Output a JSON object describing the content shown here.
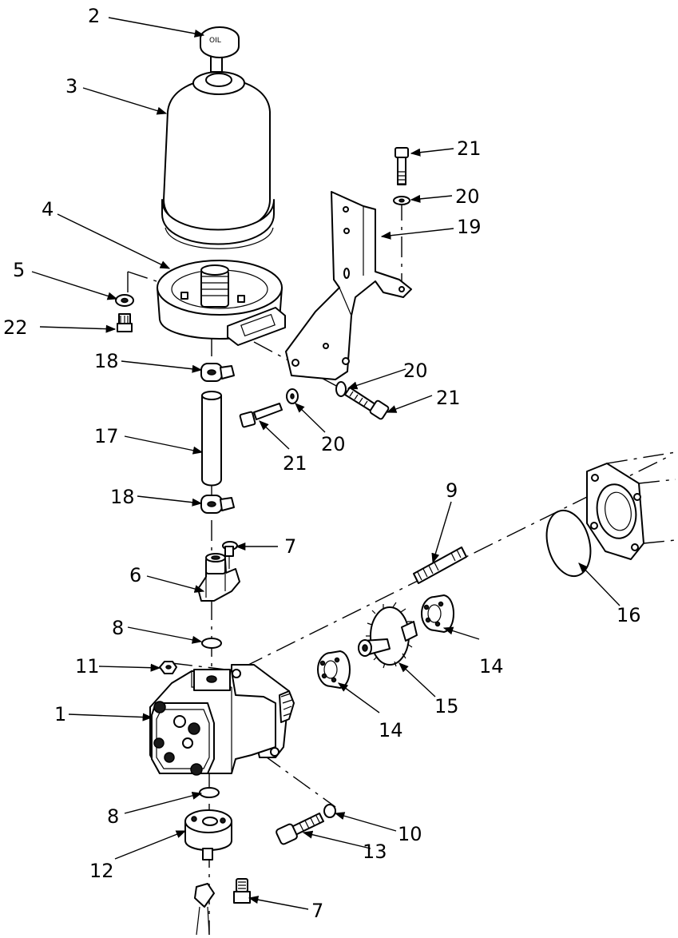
{
  "diagram": {
    "callouts": [
      {
        "id": "c2",
        "text": "2"
      },
      {
        "id": "c3",
        "text": "3"
      },
      {
        "id": "c4",
        "text": "4"
      },
      {
        "id": "c5",
        "text": "5"
      },
      {
        "id": "c22",
        "text": "22"
      },
      {
        "id": "c18a",
        "text": "18"
      },
      {
        "id": "c17",
        "text": "17"
      },
      {
        "id": "c18b",
        "text": "18"
      },
      {
        "id": "c21a",
        "text": "21"
      },
      {
        "id": "c20a",
        "text": "20"
      },
      {
        "id": "c19",
        "text": "19"
      },
      {
        "id": "c20b",
        "text": "20"
      },
      {
        "id": "c21b",
        "text": "21"
      },
      {
        "id": "c20c",
        "text": "20"
      },
      {
        "id": "c21c",
        "text": "21"
      },
      {
        "id": "c9",
        "text": "9"
      },
      {
        "id": "c7a",
        "text": "7"
      },
      {
        "id": "c6",
        "text": "6"
      },
      {
        "id": "c8a",
        "text": "8"
      },
      {
        "id": "c16",
        "text": "16"
      },
      {
        "id": "c11",
        "text": "11"
      },
      {
        "id": "c14a",
        "text": "14"
      },
      {
        "id": "c14b",
        "text": "14"
      },
      {
        "id": "c15",
        "text": "15"
      },
      {
        "id": "c1",
        "text": "1"
      },
      {
        "id": "c8b",
        "text": "8"
      },
      {
        "id": "c10",
        "text": "10"
      },
      {
        "id": "c13",
        "text": "13"
      },
      {
        "id": "c12",
        "text": "12"
      },
      {
        "id": "c7b",
        "text": "7"
      }
    ]
  }
}
